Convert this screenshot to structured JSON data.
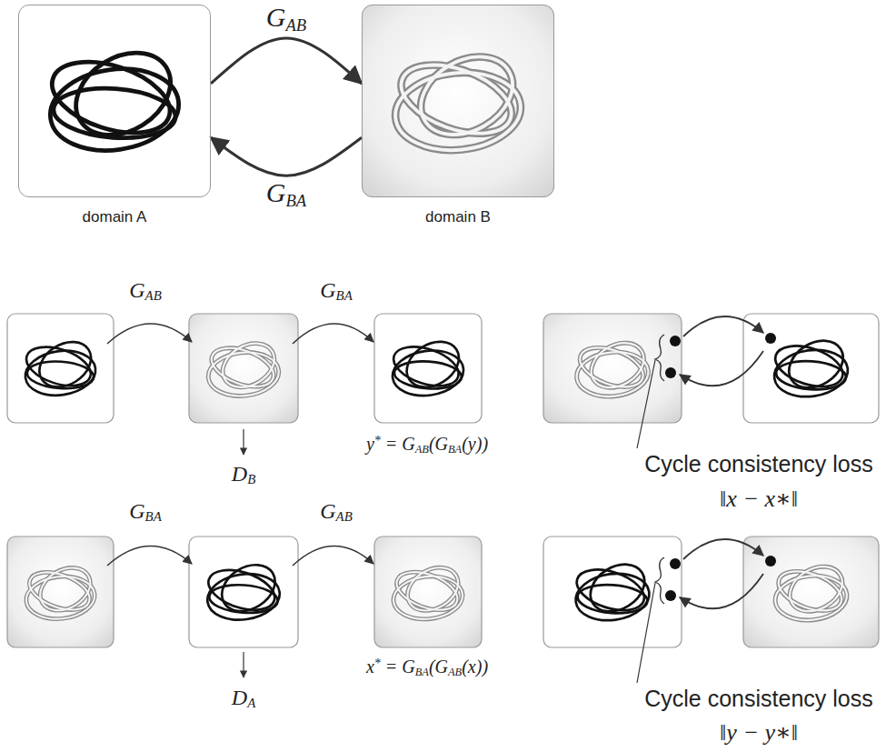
{
  "diagram": {
    "nodes": [
      {
        "text": [
          "domain A"
        ]
      },
      {
        "text": [
          "domain B"
        ]
      }
    ],
    "edges": [
      {
        "from": 0,
        "to": 1,
        "arrow": "to",
        "label": "GAB"
      },
      {
        "from": 1,
        "to": 0,
        "arrow": "to",
        "label": "GBA"
      }
    ],
    "labels": [
      "GAB",
      "GBA",
      "DB",
      "y* = GAB(GBA(y))",
      "Cycle consistency loss",
      "‖x − x∗‖",
      "GBA",
      "GAB",
      "DA",
      "x* = GBA(GAB(x))",
      "Cycle consistency loss",
      "‖y − y∗‖"
    ]
  }
}
